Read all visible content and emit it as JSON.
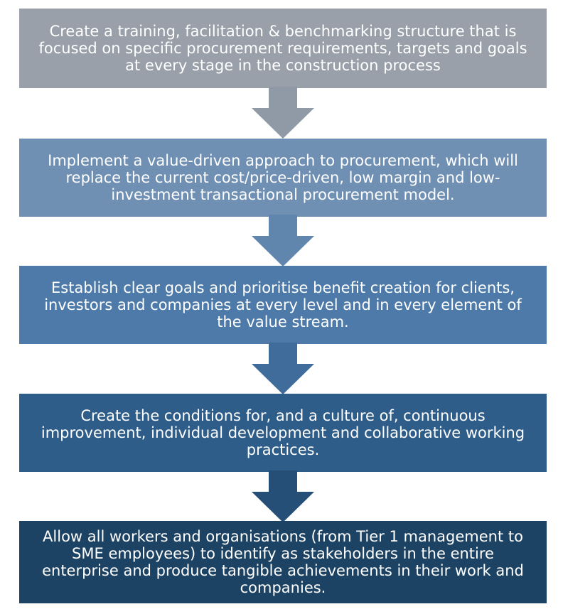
{
  "steps": [
    {
      "text": "Create a training, facilitation & benchmarking structure that is focused on specific procurement requirements, targets and goals at every stage in the construction process"
    },
    {
      "text": "Implement a value-driven approach to procurement, which will replace the current cost/price-driven, low margin and low-investment transactional procurement model."
    },
    {
      "text": "Establish clear goals and prioritise benefit creation for clients, investors and companies at every level and in every element of the value stream."
    },
    {
      "text": "Create the conditions for, and a culture of, continuous improvement, individual development and collaborative working practices."
    },
    {
      "text": "Allow all workers and organisations (from Tier 1 management to SME employees) to identify as stakeholders in the entire enterprise and produce tangible achievements in their work and companies."
    }
  ],
  "colors": {
    "step1": "#99a0aa",
    "step2": "#6f8fb3",
    "step3": "#4d7aa9",
    "step4": "#2f5d8a",
    "step5": "#1d4364",
    "text": "#ffffff"
  }
}
